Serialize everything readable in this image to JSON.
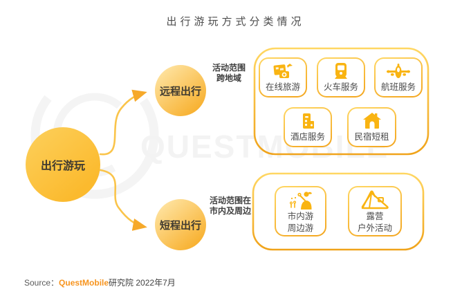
{
  "title": "出行游玩方式分类情况",
  "watermark": "QUESTMOBILE",
  "diagram": {
    "root": {
      "label": "出行游玩"
    },
    "branches": [
      {
        "label": "远程出行",
        "annotation": [
          "活动范围",
          "跨地域"
        ],
        "items": [
          {
            "icon": "online-travel-icon",
            "label": "在线旅游"
          },
          {
            "icon": "train-icon",
            "label": "火车服务"
          },
          {
            "icon": "plane-icon",
            "label": "航班服务"
          },
          {
            "icon": "hotel-icon",
            "label": "酒店服务"
          },
          {
            "icon": "house-icon",
            "label": "民宿短租"
          }
        ]
      },
      {
        "label": "短程出行",
        "annotation": [
          "活动范围在",
          "市内及周边"
        ],
        "items": [
          {
            "icon": "flower-person-icon",
            "label": [
              "市内游",
              "周边游"
            ]
          },
          {
            "icon": "tent-icon",
            "label": [
              "露营",
              "户外活动"
            ]
          }
        ]
      }
    ]
  },
  "source": {
    "prefix": "Source：",
    "brand": "QuestMobile",
    "suffix": "研究院 2022年7月"
  },
  "colors": {
    "accent_yellow": "#FBBA2E",
    "accent_orange": "#F5A81D",
    "icon_yellow": "#F9B412",
    "brand_orange": "#F7941E",
    "text_dark": "#3F3F3F",
    "watermark_gray": "#F3F3F3"
  }
}
